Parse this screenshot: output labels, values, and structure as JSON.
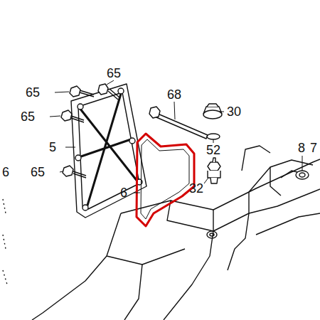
{
  "diagram": {
    "labels": [
      "65",
      "65",
      "65",
      "65",
      "5",
      "6",
      "68",
      "30",
      "52",
      "32",
      "8",
      "7",
      "6"
    ]
  }
}
